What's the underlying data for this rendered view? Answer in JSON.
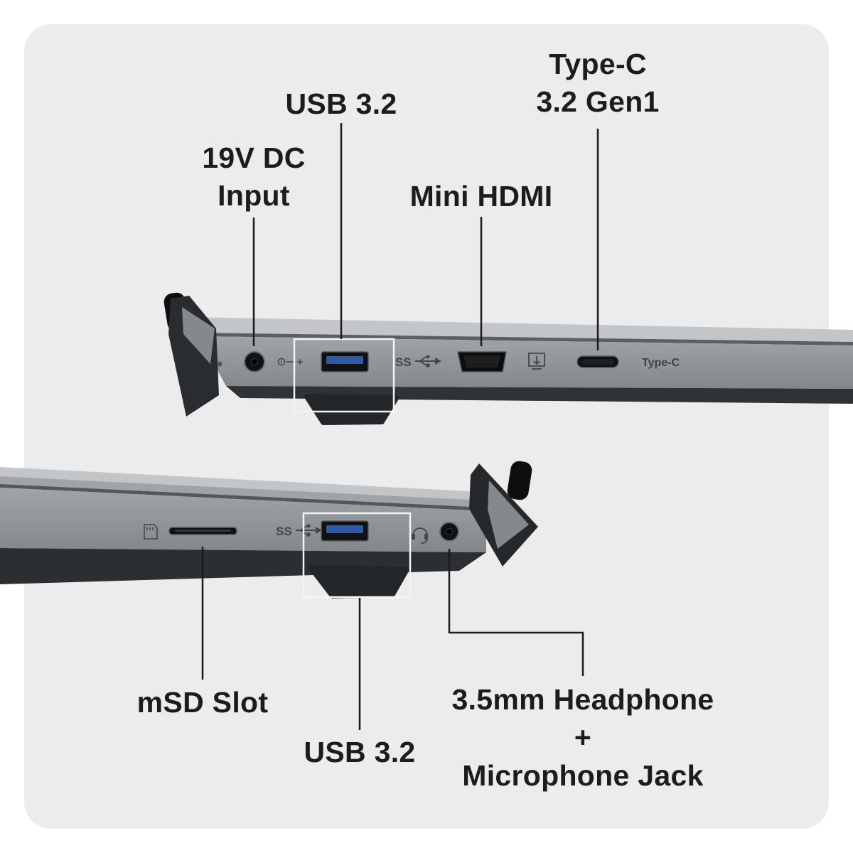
{
  "figure": {
    "panel_bg": "#ececec",
    "callout_line_color": "#1b1b1b",
    "text_color": "#1c1c1c",
    "usb_port_blue": "#2d5aa8",
    "chassis_gray": "#8d9296",
    "chassis_dark": "#2a2d30"
  },
  "callouts": {
    "dc_input": "19V DC\nInput",
    "usb_top": "USB 3.2",
    "mini_hdmi": "Mini HDMI",
    "type_c": "Type-C\n3.2 Gen1",
    "msd_slot": "mSD Slot",
    "usb_bottom": "USB 3.2",
    "audio_jack": "3.5mm Headphone\n+\nMicrophone Jack"
  },
  "chassis_marks": {
    "usb_ss_top": "SS",
    "usb_ss_bottom": "SS",
    "type_c_print": "Type-C"
  },
  "icons": {
    "dc_polarity": "dc-polarity-icon",
    "usb_ss": "usb-superspeed-icon",
    "display_out": "display-output-icon",
    "microsd": "microsd-card-icon",
    "headset": "headset-icon"
  }
}
